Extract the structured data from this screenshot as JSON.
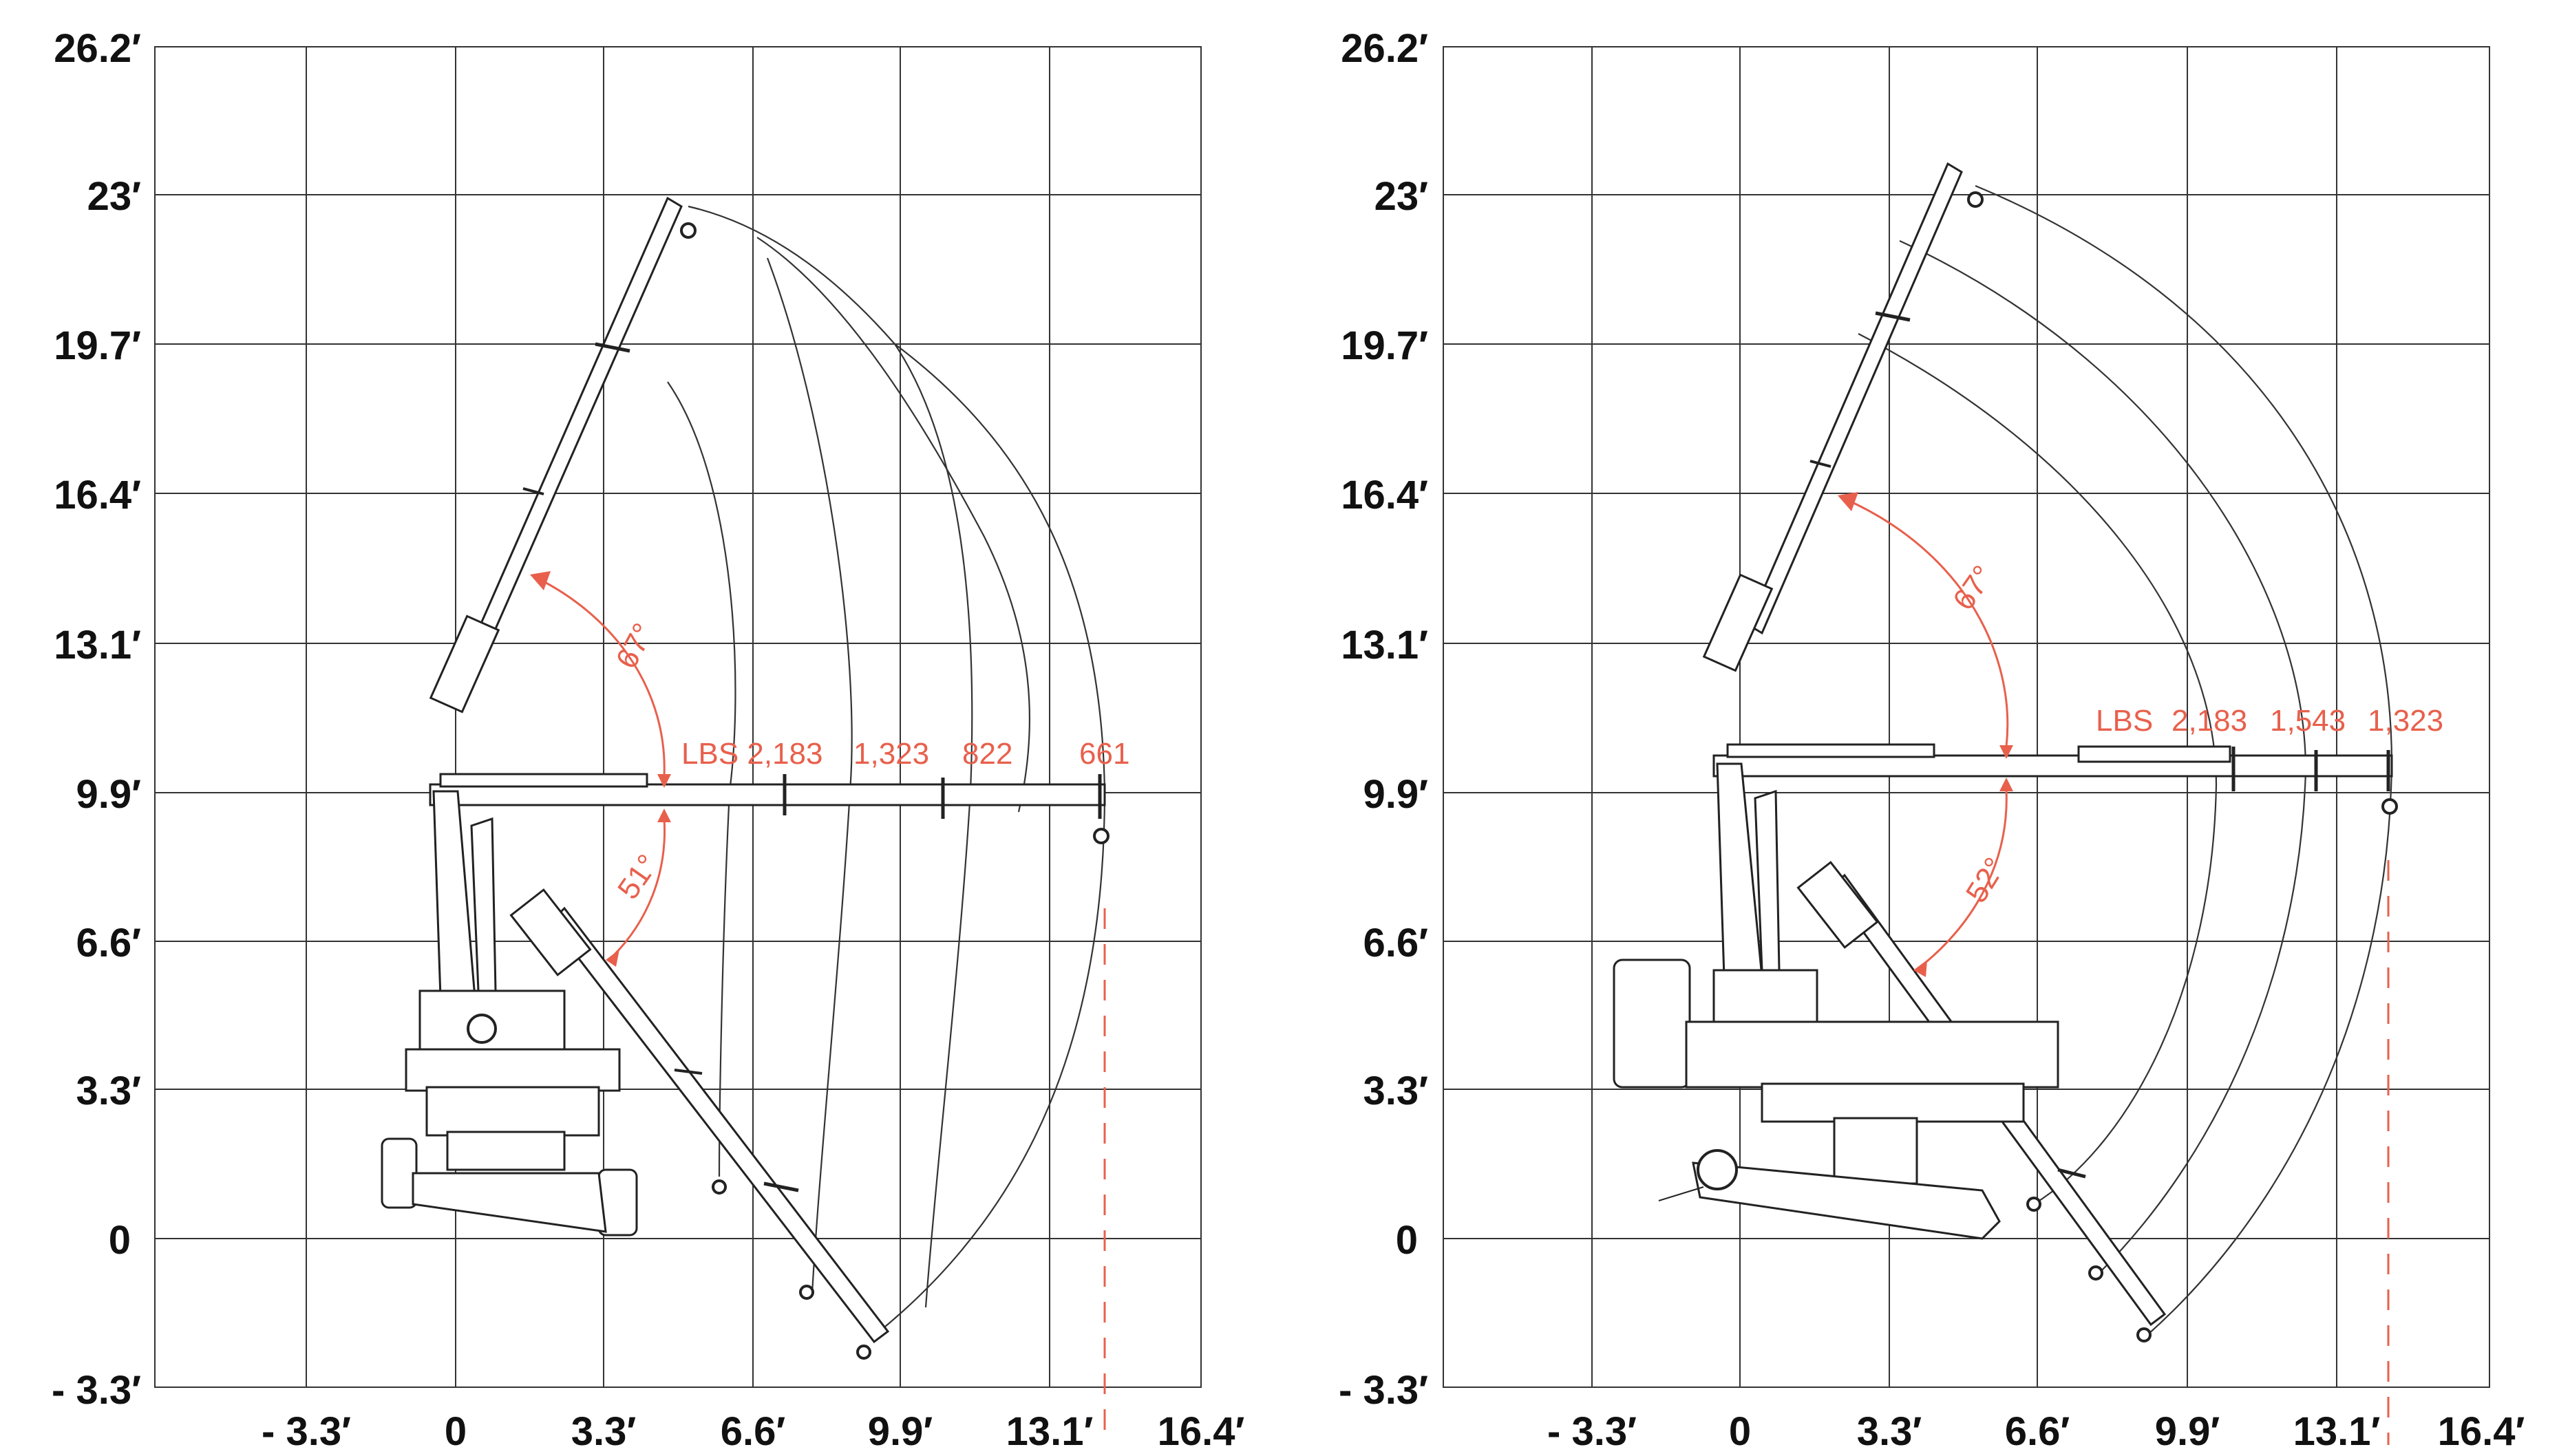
{
  "y_axis_labels": [
    "26.2′",
    "23′",
    "19.7′",
    "16.4′",
    "13.1′",
    "9.9′",
    "6.6′",
    "3.3′",
    "0",
    "- 3.3′"
  ],
  "x_axis_labels": [
    "- 3.3′",
    "0",
    "3.3′",
    "6.6′",
    "9.9′",
    "13.1′",
    "16.4′"
  ],
  "left_panel": {
    "load_labels": [
      "LBS 2,183",
      "1,323",
      "822",
      "661"
    ],
    "upper_angle": "67°",
    "lower_angle": "51°"
  },
  "right_panel": {
    "load_labels": [
      "LBS",
      "2,183",
      "1,543",
      "1,323"
    ],
    "upper_angle": "67°",
    "lower_angle": "52°"
  },
  "colors": {
    "accent": "#e8604c",
    "line": "#333333"
  }
}
